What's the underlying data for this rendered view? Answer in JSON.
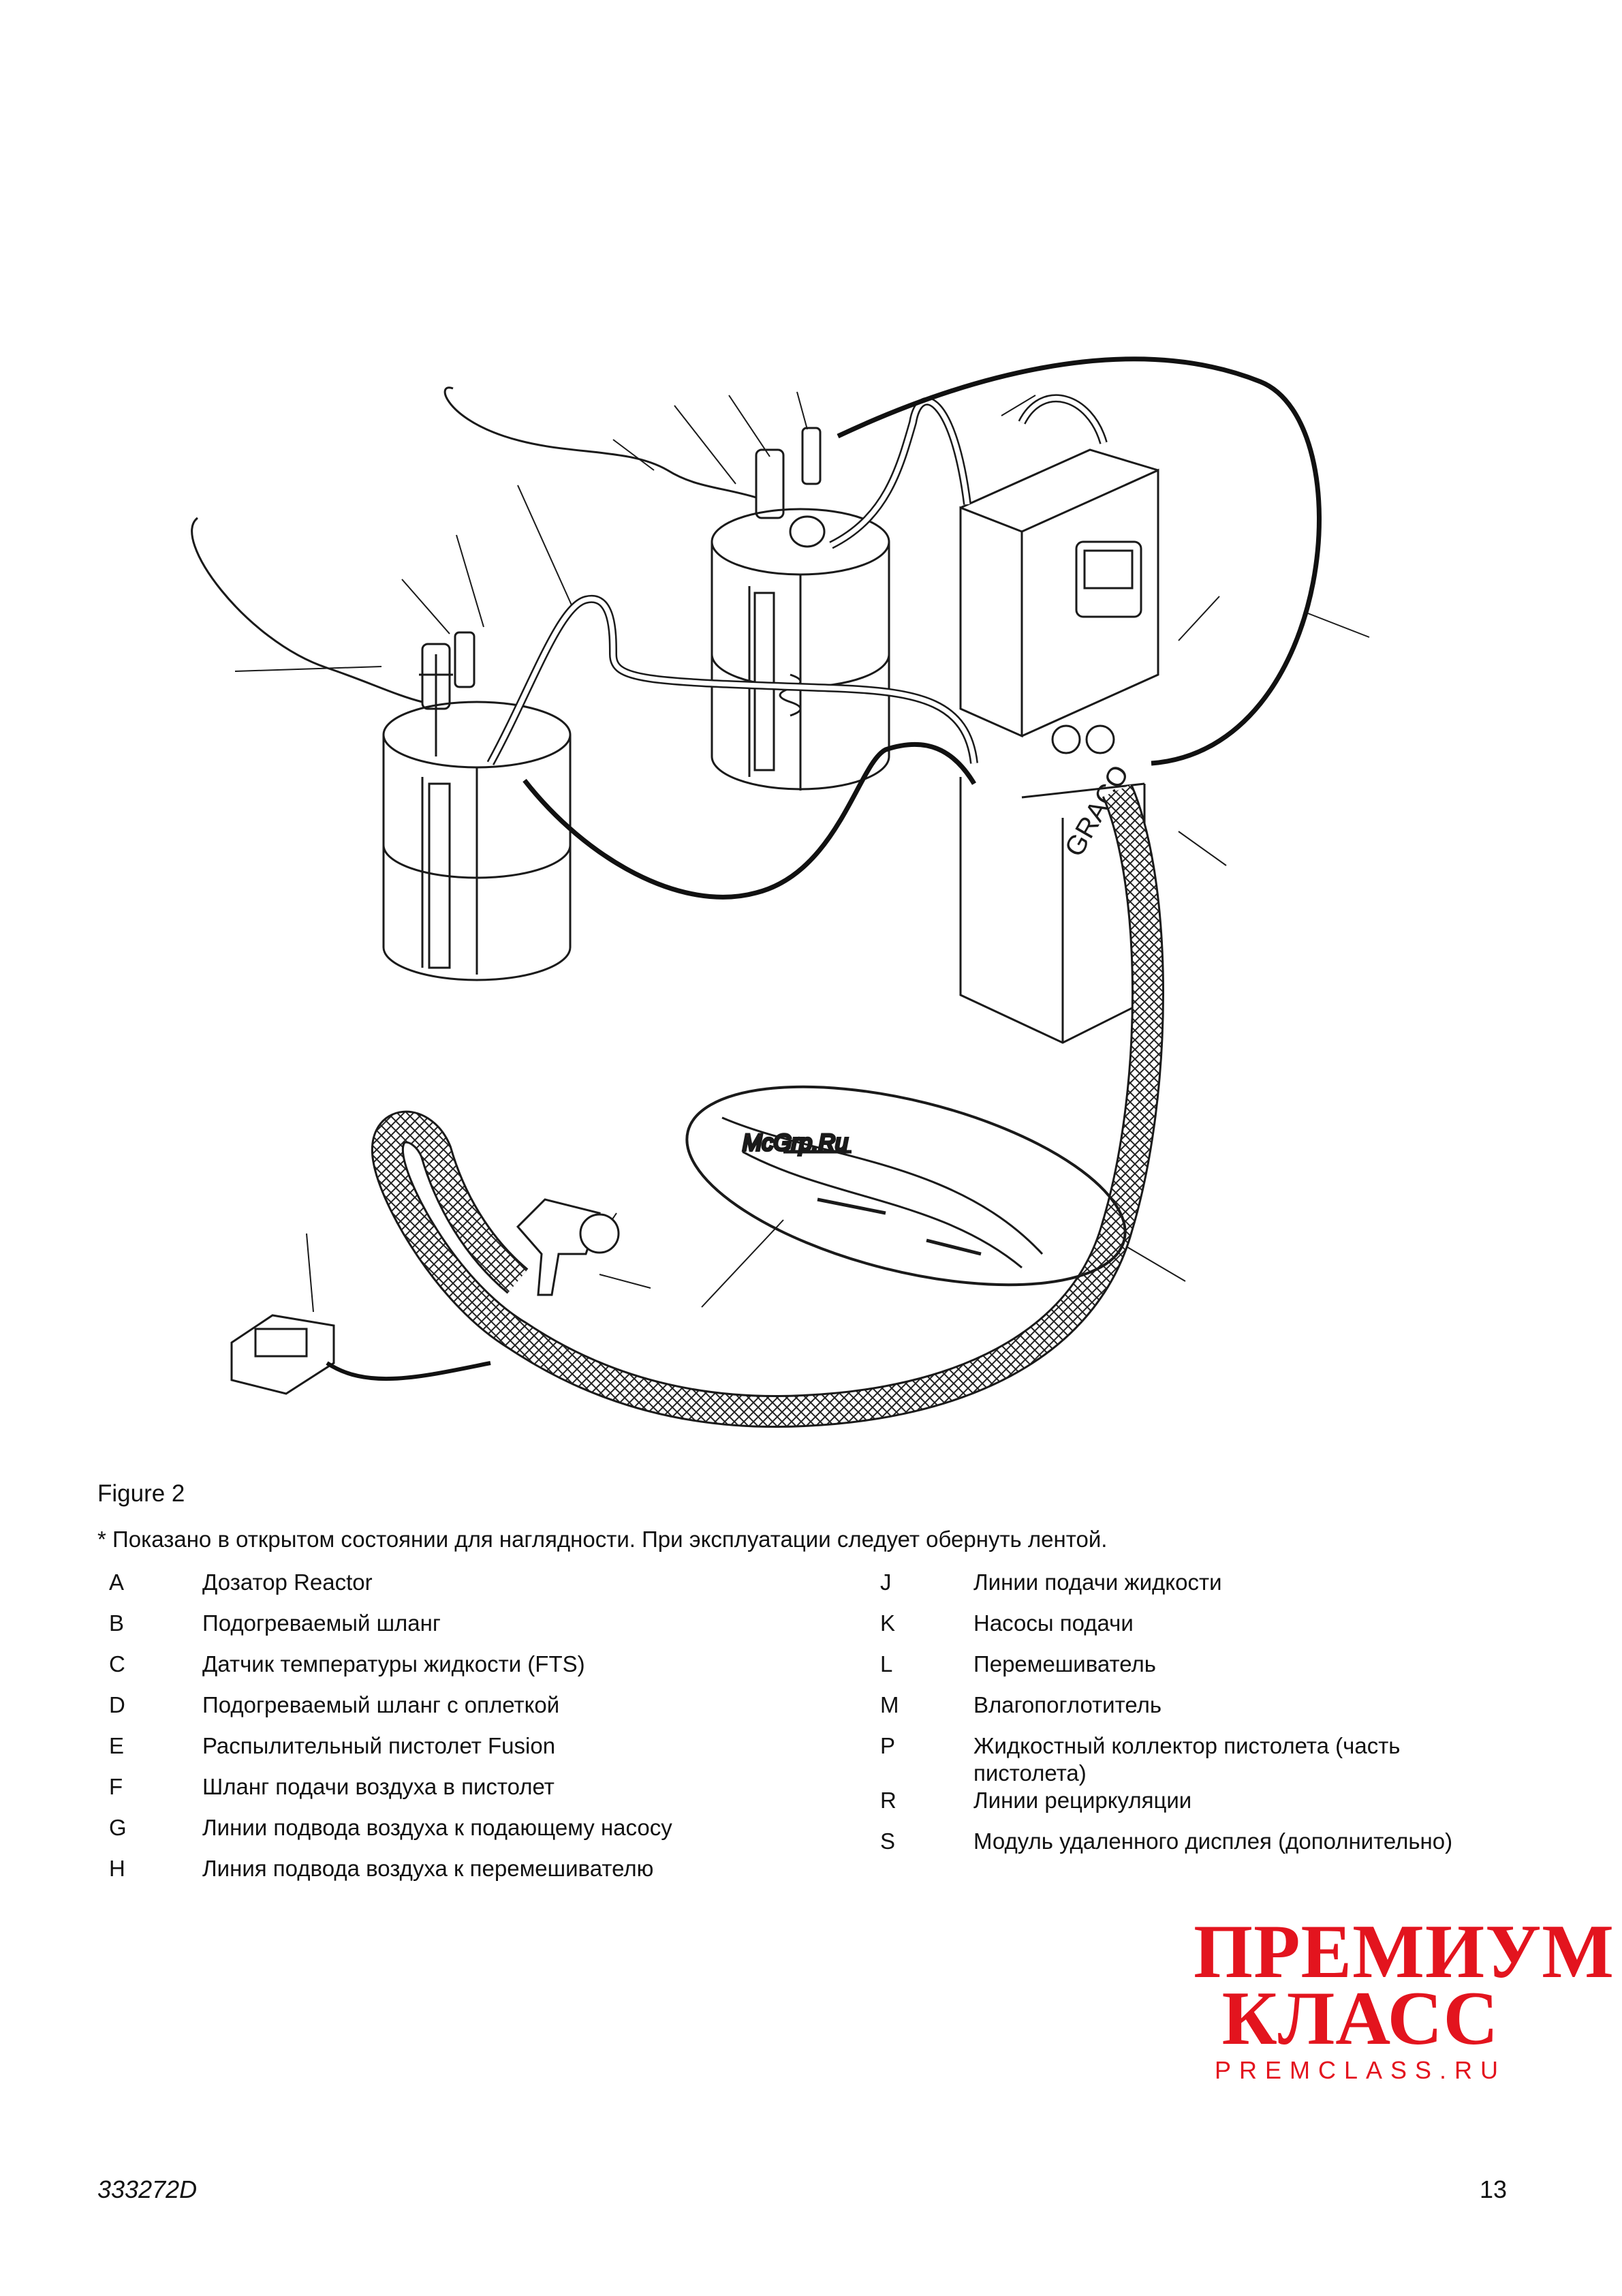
{
  "figure": {
    "caption": "Figure 2",
    "watermark": "McGrp.Ru"
  },
  "note": "* Показано в открытом состоянии для наглядности. При эксплуатации следует обернуть лентой.",
  "legend_left": [
    {
      "key": "A",
      "text": "Дозатор Reactor"
    },
    {
      "key": "B",
      "text": "Подогреваемый шланг"
    },
    {
      "key": "C",
      "text": "Датчик температуры жидкости (FTS)"
    },
    {
      "key": "D",
      "text": "Подогреваемый шланг с оплеткой"
    },
    {
      "key": "E",
      "text": "Распылительный пистолет Fusion"
    },
    {
      "key": "F",
      "text": "Шланг подачи воздуха в пистолет"
    },
    {
      "key": "G",
      "text": "Линии подвода воздуха к подающему насосу"
    },
    {
      "key": "H",
      "text": "Линия подвода воздуха к перемешивателю"
    }
  ],
  "legend_right": [
    {
      "key": "J",
      "text": "Линии подачи жидкости"
    },
    {
      "key": "K",
      "text": "Насосы подачи"
    },
    {
      "key": "L",
      "text": "Перемешиватель"
    },
    {
      "key": "M",
      "text": "Влагопоглотитель"
    },
    {
      "key": "P",
      "text": "Жидкостный коллектор пистолета (часть пистолета)"
    },
    {
      "key": "R",
      "text": "Линии рециркуляции"
    },
    {
      "key": "S",
      "text": "Модуль удаленного дисплея (дополнительно)"
    }
  ],
  "logo": {
    "line1": "ПРЕМИУМ",
    "line2": "КЛАСС",
    "line3": "PREMCLASS.RU"
  },
  "footer": {
    "doc_number": "333272D",
    "page_number": "13"
  },
  "colors": {
    "logo_red": "#e3141e",
    "line": "#1a1a1a"
  }
}
